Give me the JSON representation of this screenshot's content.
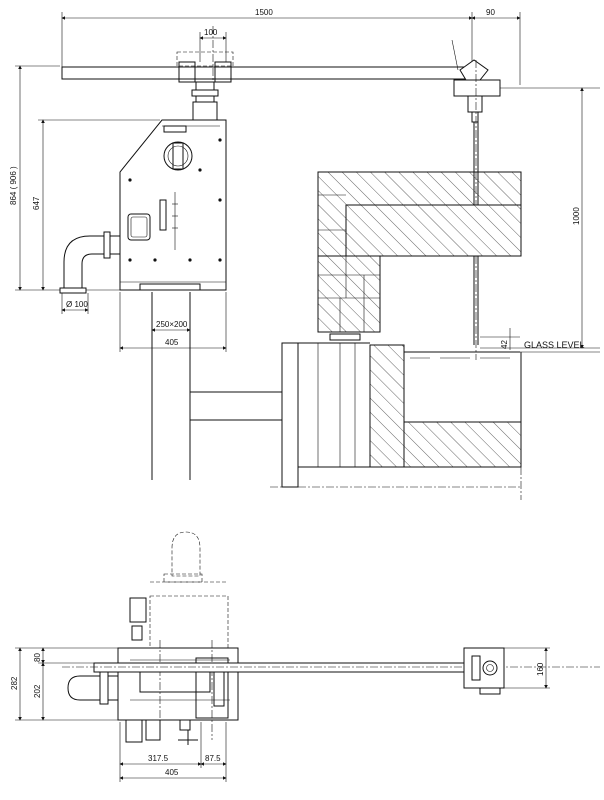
{
  "top_view": {
    "dims": {
      "overall_width": "1500",
      "probe_offset": "90",
      "clamp_width": "100",
      "total_height": "864 ( 906 )",
      "body_height": "647",
      "probe_length": "1000",
      "pipe_diameter": "Ø 100",
      "column_size": "250×200",
      "body_width": "405",
      "immersion": "42"
    },
    "glass_level_label": "GLASS LEVEL"
  },
  "bottom_view": {
    "dims": {
      "depth_total": "282",
      "depth_upper": "80",
      "depth_lower": "202",
      "probe_head_width": "160",
      "offset_a": "317.5",
      "offset_b": "87.5",
      "width": "405"
    }
  }
}
